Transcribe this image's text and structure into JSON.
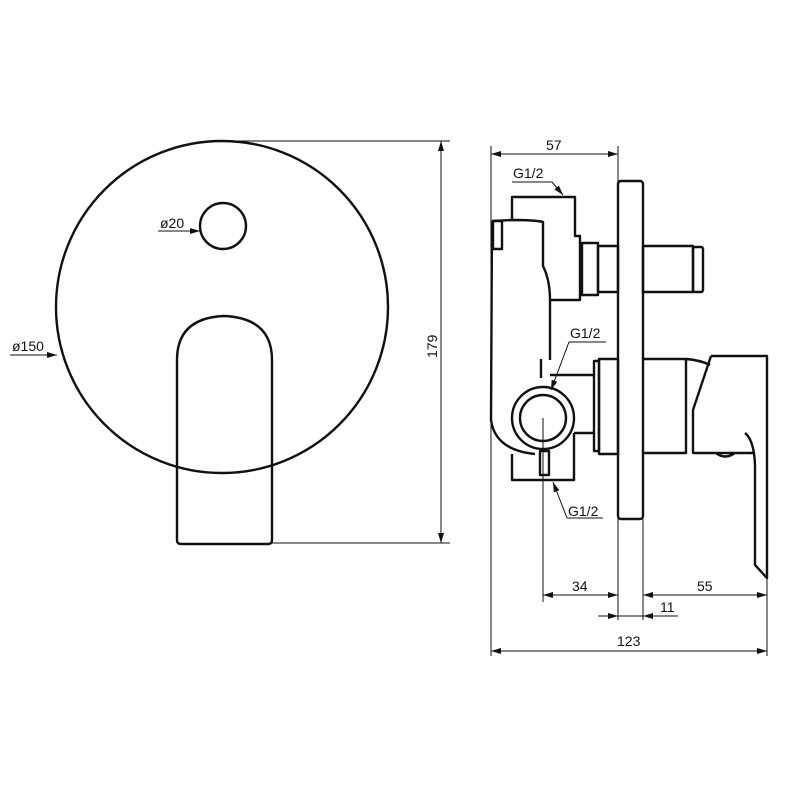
{
  "front_view": {
    "dia_plate": "ø150",
    "dia_button": "ø20",
    "height": "179"
  },
  "side_view": {
    "depth_top": "57",
    "thread_top": "G1/2",
    "thread_middle": "G1/2",
    "thread_bottom": "G1/2",
    "dim_body": "34",
    "dim_plate": "11",
    "dim_handle": "55",
    "dim_total": "123"
  }
}
